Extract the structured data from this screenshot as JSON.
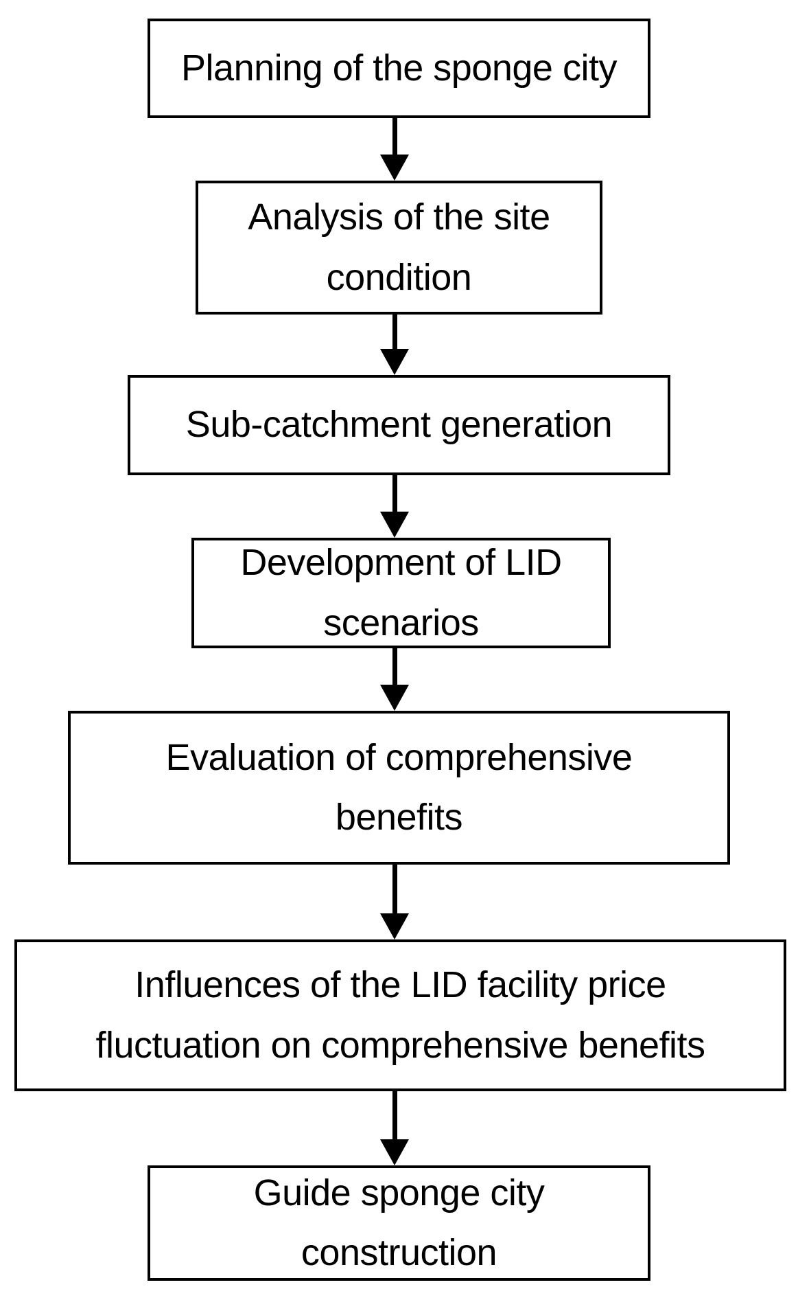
{
  "flowchart": {
    "type": "flowchart",
    "direction": "top-down",
    "colors": {
      "box_border": "#000000",
      "box_fill": "#ffffff",
      "text": "#000000",
      "arrow": "#000000"
    },
    "steps": [
      {
        "order": 1,
        "label": "Planning of the sponge city"
      },
      {
        "order": 2,
        "label": "Analysis of the site condition"
      },
      {
        "order": 3,
        "label": "Sub-catchment generation"
      },
      {
        "order": 4,
        "label": "Development of LID scenarios"
      },
      {
        "order": 5,
        "label": "Evaluation of comprehensive benefits"
      },
      {
        "order": 6,
        "label": "Influences of the LID facility price fluctuation on comprehensive benefits"
      },
      {
        "order": 7,
        "label": "Guide sponge city construction"
      }
    ],
    "arrows": [
      {
        "from": 1,
        "to": 2
      },
      {
        "from": 2,
        "to": 3
      },
      {
        "from": 3,
        "to": 4
      },
      {
        "from": 4,
        "to": 5
      },
      {
        "from": 5,
        "to": 6
      },
      {
        "from": 6,
        "to": 7
      }
    ]
  }
}
